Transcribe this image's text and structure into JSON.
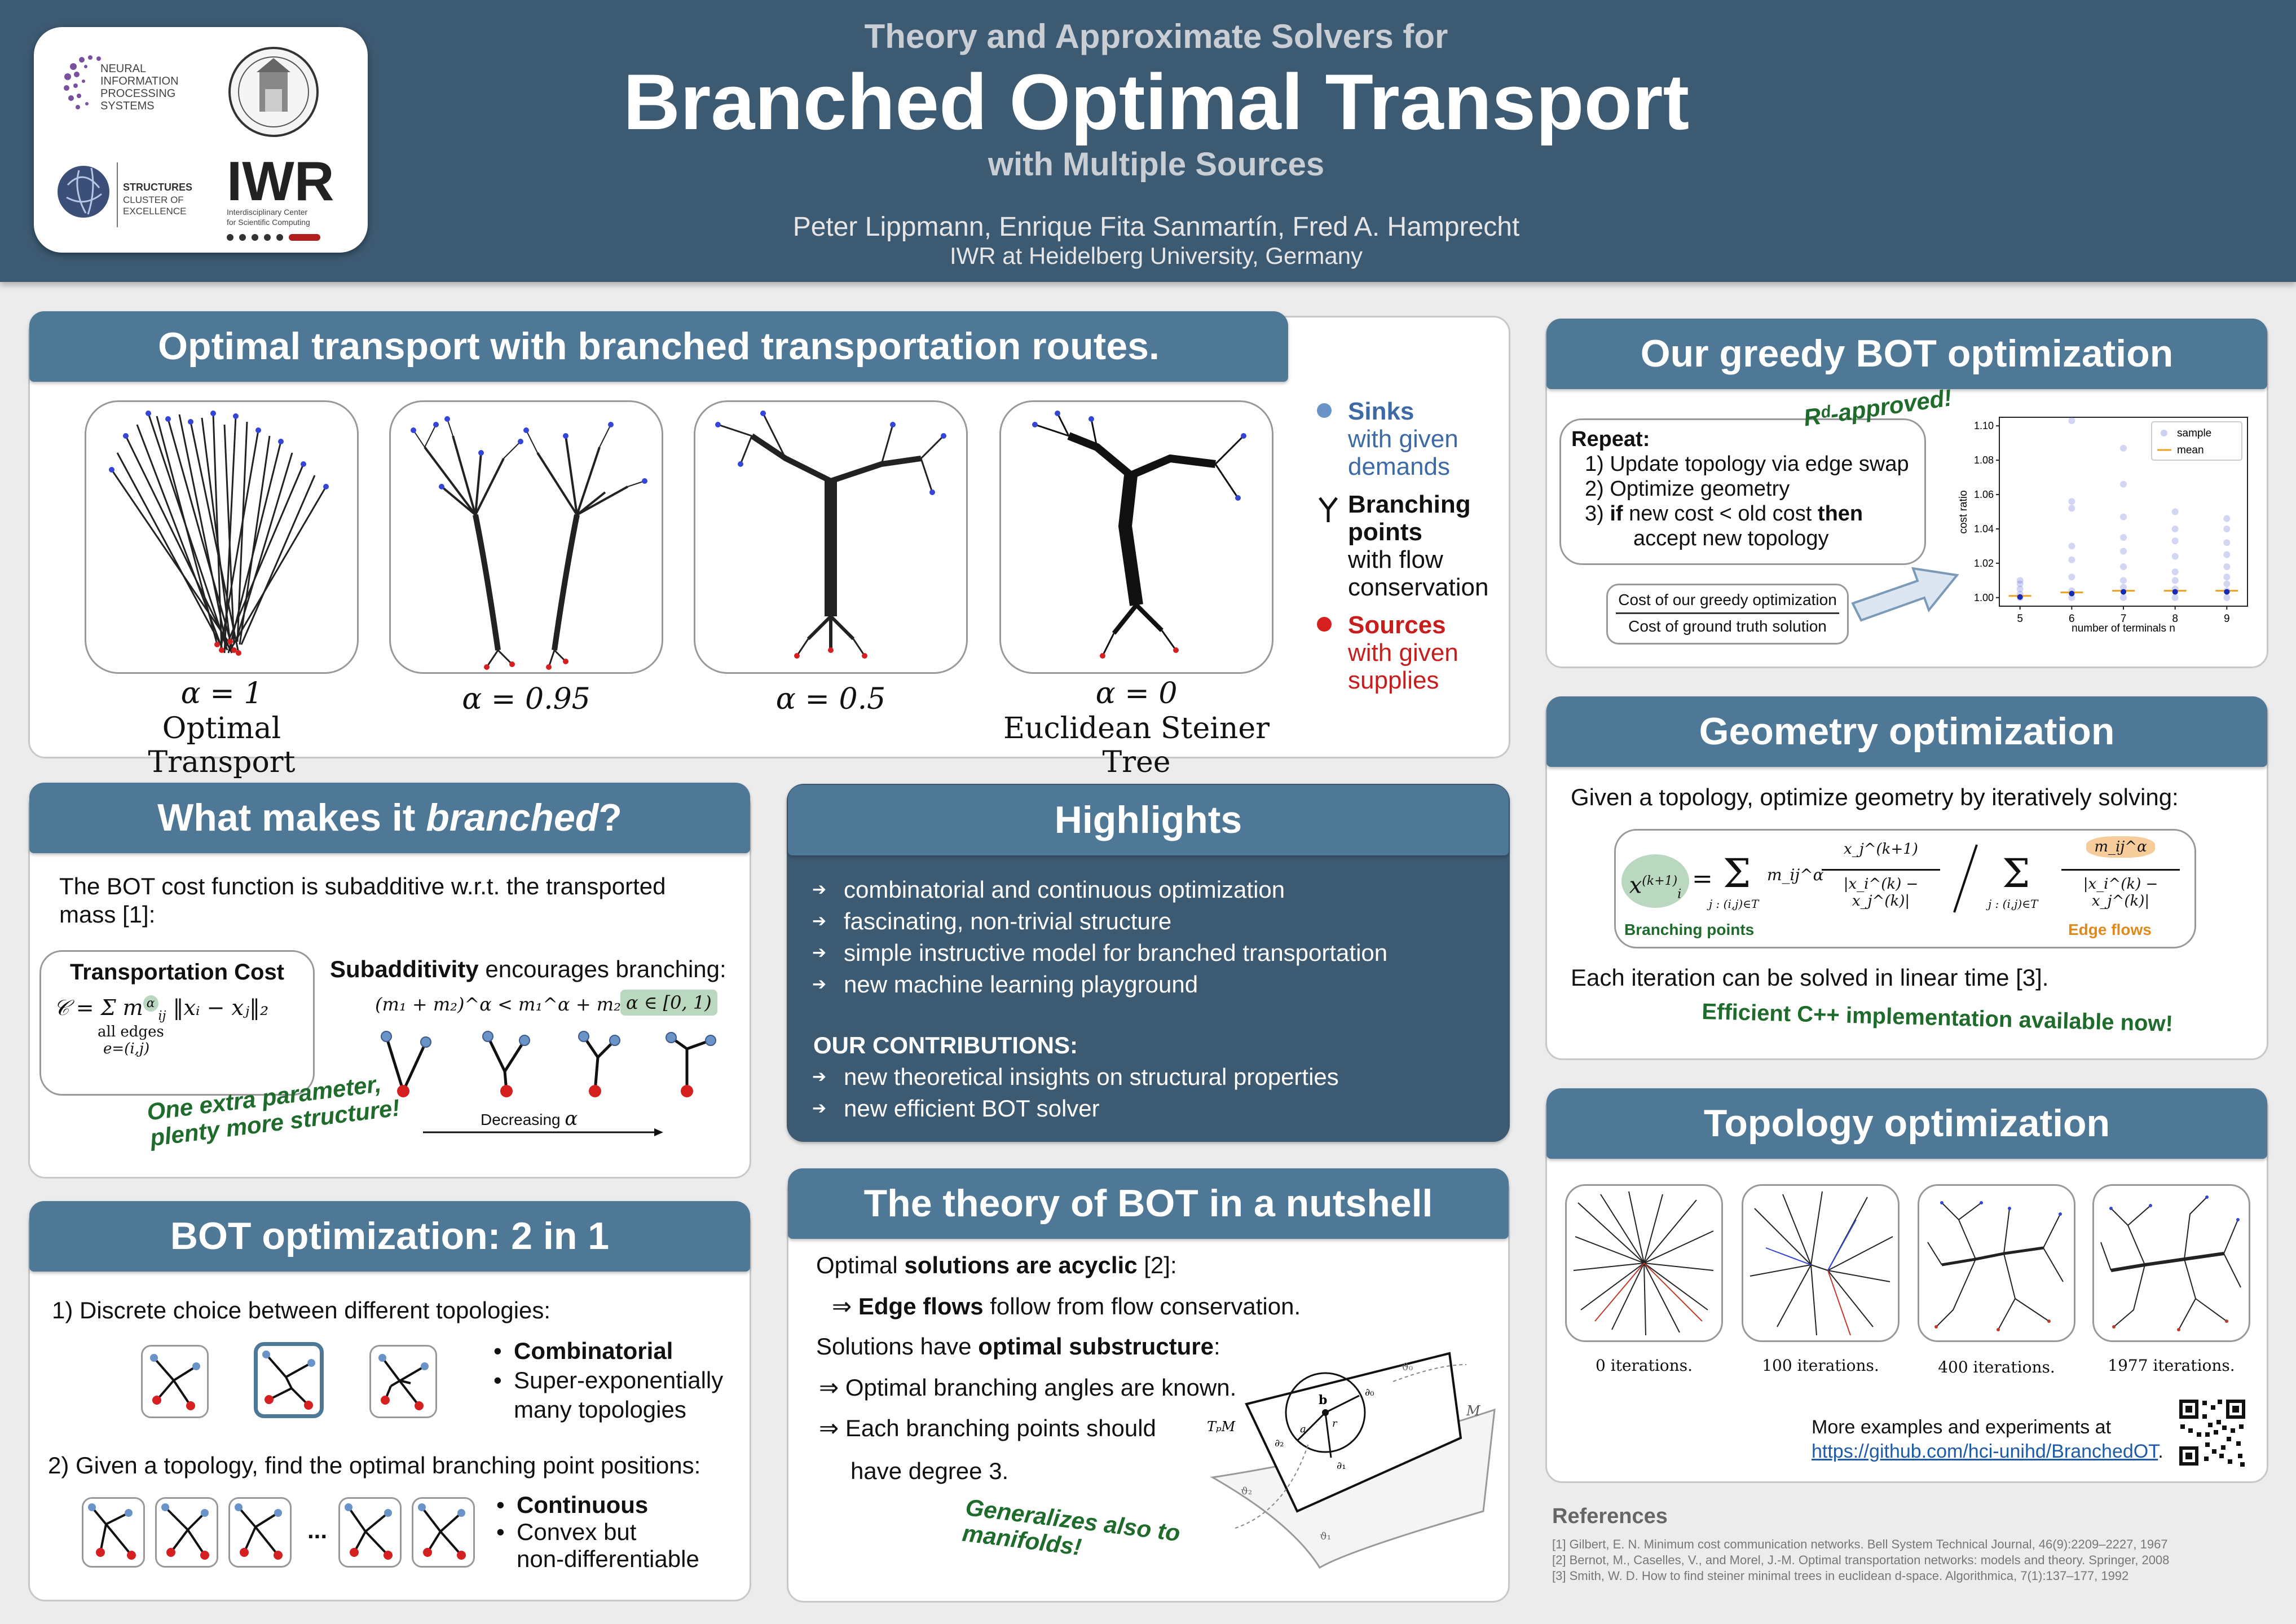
{
  "header": {
    "pretitle": "Theory and Approximate Solvers for",
    "title": "Branched Optimal Transport",
    "subtitle": "with Multiple Sources",
    "authors": "Peter Lippmann, Enrique Fita Sanmartín, Fred A. Hamprecht",
    "affiliation": "IWR at Heidelberg University, Germany",
    "logos": {
      "neurips_1": "NEURAL",
      "neurips_2": "INFORMATION",
      "neurips_3": "PROCESSING",
      "neurips_4": "SYSTEMS",
      "structures_1": "STRUCTURES",
      "structures_2": "CLUSTER OF",
      "structures_3": "EXCELLENCE",
      "iwr": "IWR",
      "iwr_sub1": "Interdisciplinary Center",
      "iwr_sub2": "for Scientific Computing"
    }
  },
  "ot_panel": {
    "title": "Optimal transport with branched transportation routes.",
    "alphas": [
      "α = 1",
      "α = 0.95",
      "α = 0.5",
      "α = 0"
    ],
    "captions": [
      "Optimal Transport",
      "Euclidean Steiner Tree"
    ],
    "legend": {
      "sinks": "Sinks",
      "sinks_sub1": "with given",
      "sinks_sub2": "demands",
      "branch1": "Branching",
      "branch2": "points",
      "branch_sub1": "with flow",
      "branch_sub2": "conservation",
      "sources": "Sources",
      "sources_sub1": "with given",
      "sources_sub2": "supplies"
    }
  },
  "branched": {
    "title_pre": "What makes it ",
    "title_em": "branched",
    "title_post": "?",
    "text1": "The BOT cost function is subadditive w.r.t. the transported",
    "text2": "mass [1]:",
    "cost_title": "Transportation Cost",
    "cost_formula": "𝒞 = Σ m",
    "cost_alpha": "α",
    "cost_ij": "ij",
    "cost_norm": " ‖xᵢ − xⱼ‖₂",
    "cost_under1": "all edges",
    "cost_under2": "e=(i,j)",
    "sub_bold": "Subadditivity",
    "sub_rest": " encourages branching:",
    "sub_formula": "(m₁ + m₂)^α < m₁^α + m₂^α   for",
    "sub_range": "α ∈ [0, 1)",
    "decreasing": "Decreasing",
    "decreasing_alpha": "α",
    "green1": "One extra parameter,",
    "green2": "plenty more structure!"
  },
  "bot2in1": {
    "title": "BOT optimization: 2 in 1",
    "item1": "1) Discrete choice between different topologies:",
    "b1_bold": "Combinatorial",
    "b1_2a": "Super-exponentially",
    "b1_2b": "many topologies",
    "item2": "2) Given a topology, find the optimal branching point positions:",
    "ellipsis": "...",
    "b2_bold": "Continuous",
    "b2_2a": "Convex but",
    "b2_2b": "non-differentiable"
  },
  "highlights": {
    "title": "Highlights",
    "items": [
      "combinatorial and continuous optimization",
      "fascinating, non-trivial structure",
      "simple instructive model for branched transportation",
      "new machine learning playground"
    ],
    "contrib_title": "OUR CONTRIBUTIONS:",
    "contribs": [
      "new theoretical insights on structural properties",
      "new efficient BOT solver"
    ]
  },
  "theory": {
    "title": "The theory of BOT in a nutshell",
    "l1_pre": "Optimal ",
    "l1_bold": "solutions are acyclic",
    "l1_post": " [2]:",
    "l2_pre": "⇒ ",
    "l2_bold": "Edge flows",
    "l2_post": " follow from flow conservation.",
    "l3_pre": "Solutions have ",
    "l3_bold": "optimal substructure",
    "l3_post": ":",
    "l4": "⇒ Optimal branching angles are known.",
    "l5": "⇒ Each branching points should",
    "l6": "have degree 3.",
    "green1": "Generalizes also to",
    "green2": "manifolds!",
    "fig_labels": {
      "tm": "TₚM",
      "m": "M",
      "b": "b",
      "r": "r",
      "d0": "∂₀",
      "d1": "∂₁",
      "d2": "∂₂",
      "v0": "ϑ₀",
      "v1": "ϑ₁",
      "v2": "ϑ₂",
      "a": "a"
    }
  },
  "greedy": {
    "title": "Our greedy BOT optimization",
    "repeat": "Repeat:",
    "s1": "1) Update topology via edge swap",
    "s2": "2) Optimize geometry",
    "s3_pre": "3) ",
    "s3_if": "if",
    "s3_mid": " new cost < old cost ",
    "s3_then": "then",
    "s4": "accept new topology",
    "ratio_num": "Cost of our greedy optimization",
    "ratio_den": "Cost of ground truth solution",
    "approved": "Rᵈ-approved!"
  },
  "chart_data": {
    "type": "scatter",
    "xlabel": "number of terminals n",
    "ylabel": "cost ratio",
    "x_ticks": [
      "5",
      "6",
      "7",
      "8",
      "9"
    ],
    "y_ticks": [
      "1.00",
      "1.02",
      "1.04",
      "1.06",
      "1.08",
      "1.10"
    ],
    "ylim": [
      0.995,
      1.105
    ],
    "legend": [
      "sample",
      "mean"
    ],
    "series": [
      {
        "name": "sample",
        "points": [
          [
            5,
            1.0
          ],
          [
            5,
            1.002
          ],
          [
            5,
            1.005
          ],
          [
            5,
            1.008
          ],
          [
            5,
            1.01
          ],
          [
            6,
            1.0
          ],
          [
            6,
            1.004
          ],
          [
            6,
            1.012
          ],
          [
            6,
            1.022
          ],
          [
            6,
            1.03
          ],
          [
            6,
            1.052
          ],
          [
            6,
            1.056
          ],
          [
            6,
            1.103
          ],
          [
            7,
            1.0
          ],
          [
            7,
            1.006
          ],
          [
            7,
            1.01
          ],
          [
            7,
            1.018
          ],
          [
            7,
            1.027
          ],
          [
            7,
            1.035
          ],
          [
            7,
            1.047
          ],
          [
            7,
            1.066
          ],
          [
            7,
            1.087
          ],
          [
            8,
            1.0
          ],
          [
            8,
            1.005
          ],
          [
            8,
            1.01
          ],
          [
            8,
            1.015
          ],
          [
            8,
            1.024
          ],
          [
            8,
            1.033
          ],
          [
            8,
            1.04
          ],
          [
            8,
            1.05
          ],
          [
            9,
            1.0
          ],
          [
            9,
            1.004
          ],
          [
            9,
            1.008
          ],
          [
            9,
            1.012
          ],
          [
            9,
            1.018
          ],
          [
            9,
            1.025
          ],
          [
            9,
            1.032
          ],
          [
            9,
            1.04
          ],
          [
            9,
            1.046
          ]
        ]
      },
      {
        "name": "mean",
        "points": [
          [
            5,
            1.001
          ],
          [
            6,
            1.003
          ],
          [
            7,
            1.004
          ],
          [
            8,
            1.004
          ],
          [
            9,
            1.004
          ]
        ]
      }
    ]
  },
  "geometry": {
    "title": "Geometry optimization",
    "text": "Given a topology, optimize geometry by iteratively solving:",
    "lhs": "x",
    "lhs_sup": "(k+1)",
    "lhs_sub": "i",
    "num1": "x_j^(k+1)",
    "den1": "|x_i^(k) − x_j^(k)|",
    "sum_under": "j : (i,j)∈T",
    "m_label": "m_ij^α",
    "eq": "=",
    "sum": "Σ",
    "label_bp": "Branching points",
    "label_ef": "Edge flows",
    "linear": "Each iteration can be solved in linear time [3].",
    "green": "Efficient C++ implementation available now!"
  },
  "topology": {
    "title": "Topology optimization",
    "captions": [
      "0 iterations.",
      "100 iterations.",
      "400 iterations.",
      "1977 iterations."
    ],
    "more": "More examples and experiments at",
    "link": "https://github.com/hci-unihd/BranchedOT",
    "period": "."
  },
  "references": {
    "title": "References",
    "items": [
      "[1] Gilbert, E. N. Minimum cost communication networks. Bell System Technical Journal, 46(9):2209–2227, 1967",
      "[2] Bernot, M., Caselles, V., and Morel, J.-M. Optimal transportation networks: models and theory. Springer, 2008",
      "[3] Smith, W. D. How to find steiner minimal trees in euclidean d-space. Algorithmica, 7(1):137–177, 1992"
    ]
  },
  "colors": {
    "header": "#3d5a73",
    "bar": "#4e7896",
    "sink": "#6a93c8",
    "source": "#d62020",
    "green": "#1e6b2b"
  }
}
